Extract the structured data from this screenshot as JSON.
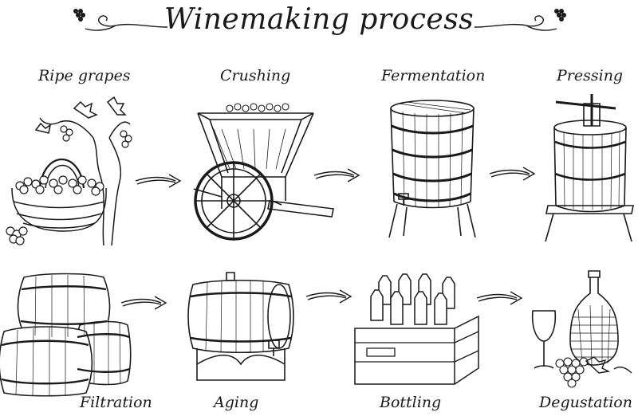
{
  "title": "Winemaking process",
  "steps": [
    {
      "label": "Ripe grapes"
    },
    {
      "label": "Crushing"
    },
    {
      "label": "Fermentation"
    },
    {
      "label": "Pressing"
    },
    {
      "label": "Filtration"
    },
    {
      "label": "Aging"
    },
    {
      "label": "Bottling"
    },
    {
      "label": "Degustation"
    }
  ],
  "colors": {
    "ink": "#1a1a1a",
    "paper": "#ffffff"
  }
}
